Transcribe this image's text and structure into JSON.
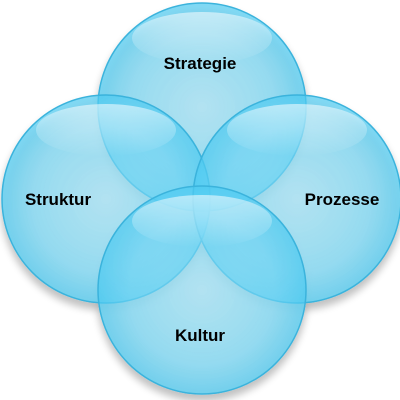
{
  "diagram": {
    "circles": [
      {
        "id": "strategie",
        "label": "Strategie"
      },
      {
        "id": "struktur",
        "label": "Struktur"
      },
      {
        "id": "prozesse",
        "label": "Prozesse"
      },
      {
        "id": "kultur",
        "label": "Kultur"
      }
    ],
    "colors": {
      "fill_light": "#b8ecfb",
      "fill_mid": "#7fdaf6",
      "fill_dark": "#3cc4ee",
      "stroke": "#2aa9d6",
      "shadow": "#9a9a9a"
    }
  }
}
